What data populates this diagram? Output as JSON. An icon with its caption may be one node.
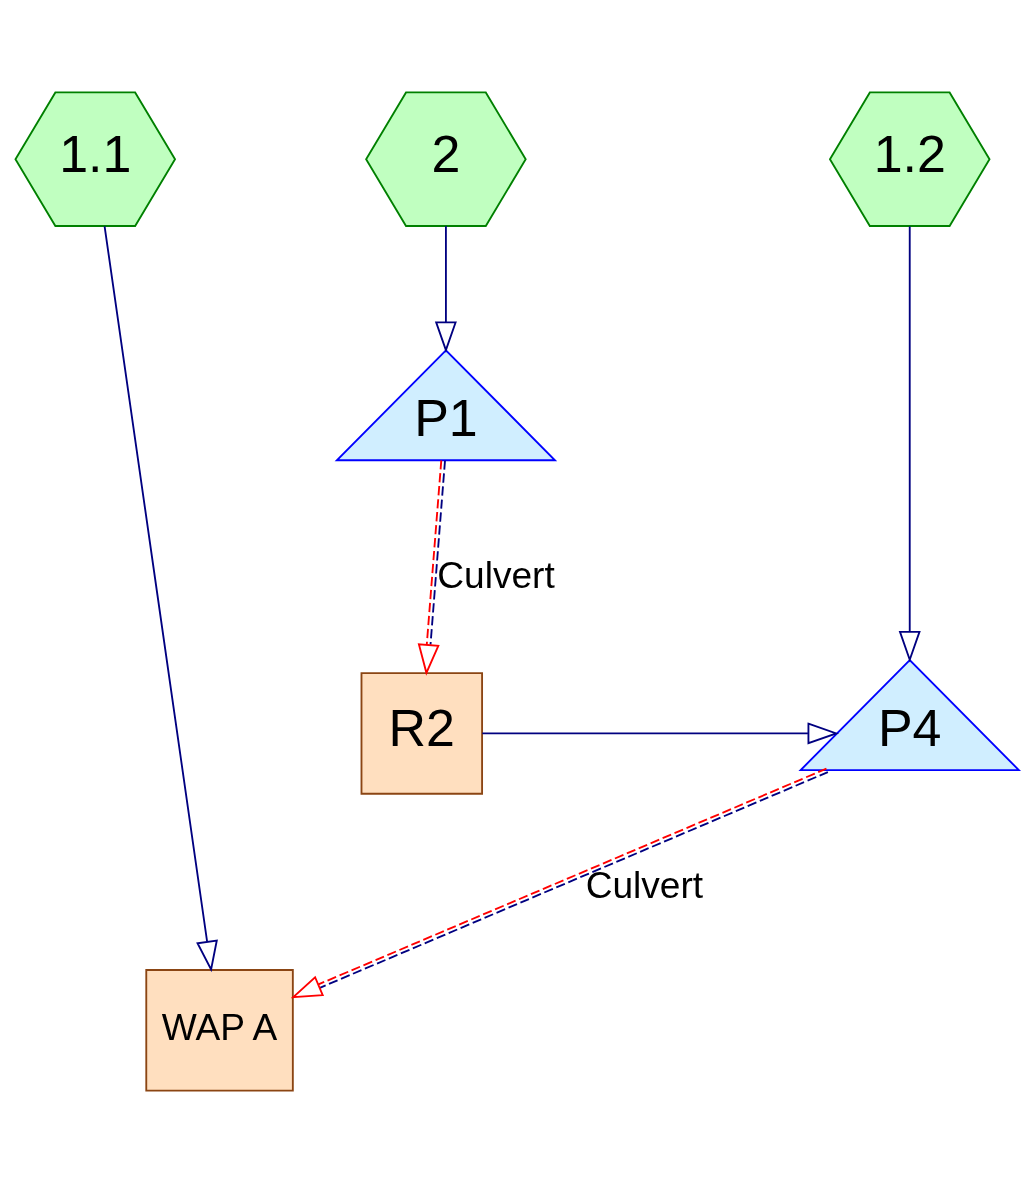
{
  "diagram": {
    "nodes": [
      {
        "text": [
          "1.1"
        ]
      },
      {
        "text": [
          "1.2"
        ]
      },
      {
        "text": [
          "2"
        ]
      },
      {
        "text": [
          "P1"
        ]
      },
      {
        "text": [
          "R2"
        ]
      },
      {
        "text": [
          "P4"
        ]
      },
      {
        "text": [
          "WAP A"
        ]
      }
    ],
    "edges": [
      {
        "from": 0,
        "to": 6,
        "arrow": "to"
      },
      {
        "from": 1,
        "to": 5,
        "arrow": "to"
      },
      {
        "from": 2,
        "to": 3,
        "arrow": "to"
      },
      {
        "from": 3,
        "to": 4,
        "arrow": "to",
        "label": "Culvert",
        "style": "dashed",
        "color": "#ff0000"
      },
      {
        "from": 4,
        "to": 5,
        "arrow": "to"
      },
      {
        "from": 5,
        "to": 6,
        "arrow": "to",
        "label": "Culvert",
        "style": "dashed",
        "color": "#ff0000"
      }
    ]
  }
}
